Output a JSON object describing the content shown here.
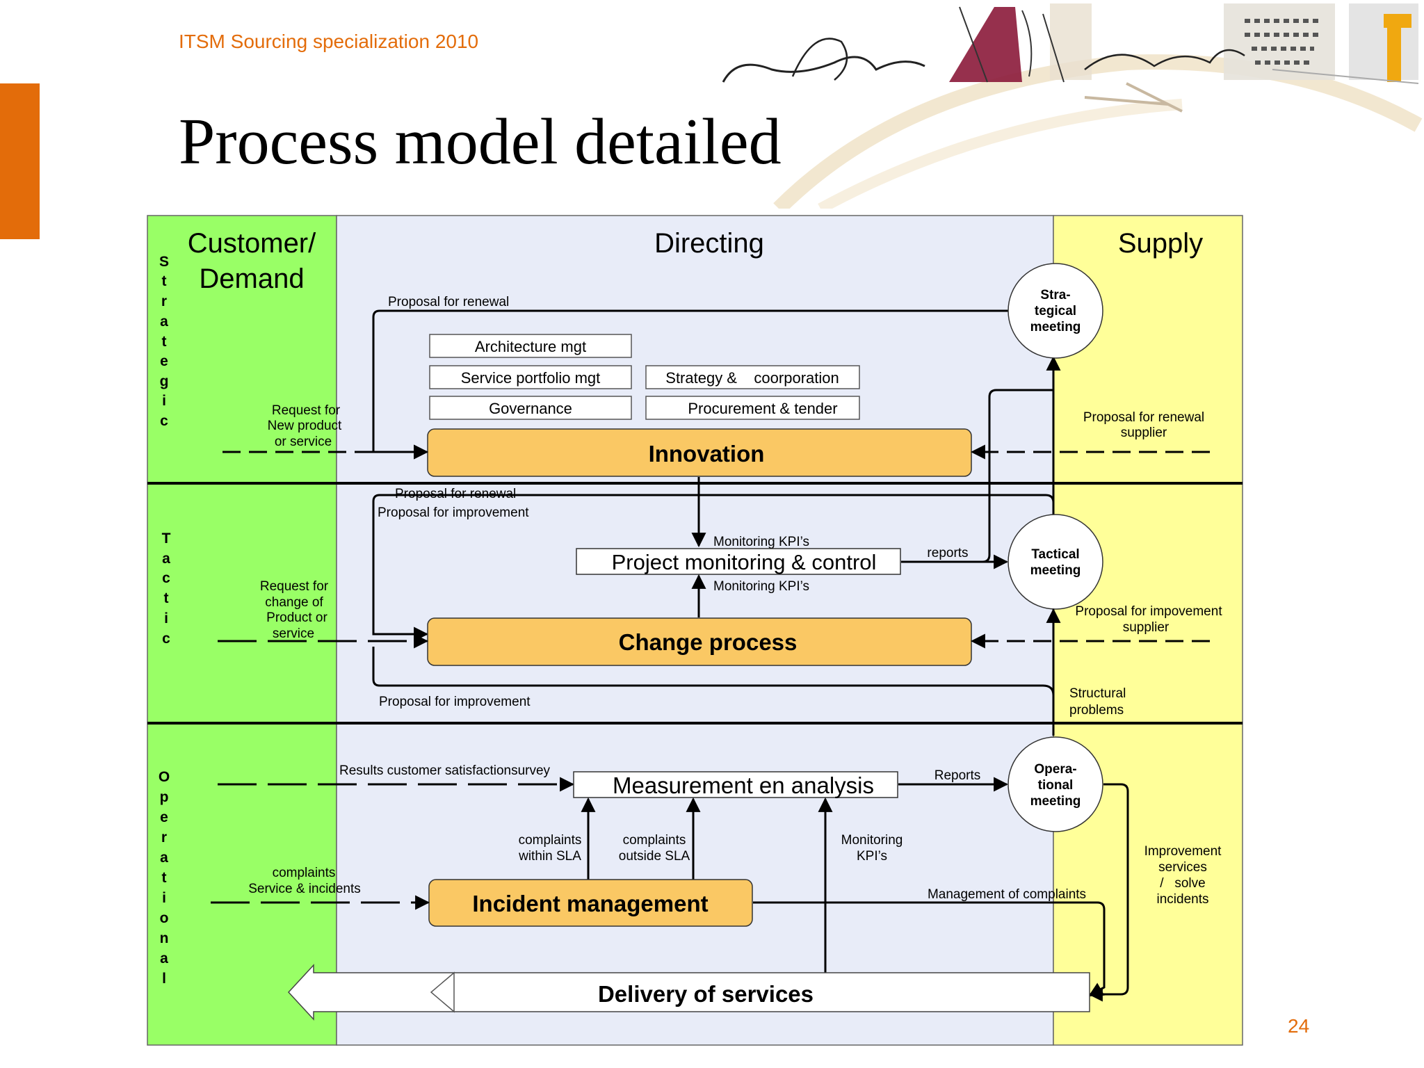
{
  "header": {
    "subtitle": "ITSM Sourcing specialization 2010",
    "title": "Process model detailed",
    "page_number": "24"
  },
  "colors": {
    "accent": "#E36C0A",
    "customer_column": "#99FF66",
    "directing_column": "#E8ECF8",
    "supply_column": "#FFFF99",
    "process_box": "#FAC864"
  },
  "columns": {
    "customer": [
      "Customer/",
      "Demand"
    ],
    "directing": "Directing",
    "supply": "Supply"
  },
  "rows": {
    "strategic": [
      "S",
      "t",
      "r",
      "a",
      "t",
      "e",
      "g",
      "i",
      "c"
    ],
    "tactic": [
      "T",
      "a",
      "c",
      "t",
      "i",
      "c"
    ],
    "operational": [
      "O",
      "p",
      "e",
      "r",
      "a",
      "t",
      "i",
      "o",
      "n",
      "a",
      "l"
    ]
  },
  "boxes": {
    "architecture": "Architecture mgt",
    "service_portfolio": "Service portfolio mgt",
    "governance": "Governance",
    "strategy": "Strategy &    coorporation",
    "procurement": "Procurement & tender",
    "innovation": "Innovation",
    "project_monitoring": "Project monitoring & control",
    "change_process": "Change process",
    "measurement": "Measurement en analysis",
    "incident_management": "Incident management",
    "delivery": "Delivery of services"
  },
  "meetings": {
    "strategical": [
      "Stra-",
      "tegical",
      "meeting"
    ],
    "tactical": [
      "Tactical",
      "meeting"
    ],
    "operational": [
      "Opera-",
      "tional",
      "meeting"
    ]
  },
  "labels": {
    "proposal_renewal_top": "Proposal for renewal",
    "request_new": [
      "Request for",
      "New product",
      "or service"
    ],
    "proposal_renewal_supplier": [
      "Proposal for renewal",
      "supplier"
    ],
    "proposal_renewal_mid": "Proposal for renewal",
    "proposal_improvement_mid": "Proposal for improvement",
    "monitoring_kpi_top": "Monitoring KPI’s",
    "monitoring_kpi_bottom": "Monitoring KPI’s",
    "reports_small": "reports",
    "request_change": [
      "Request for",
      "change of",
      "Product or",
      "service"
    ],
    "proposal_impovement_supplier": [
      "Proposal for impovement",
      "supplier"
    ],
    "proposal_improvement_low": "Proposal for improvement",
    "structural_problems": [
      "Structural",
      "problems"
    ],
    "results_survey": "Results customer satisfactionsurvey",
    "reports_cap": "Reports",
    "complaints_within": [
      "complaints",
      "within SLA"
    ],
    "complaints_outside": [
      "complaints",
      "outside SLA"
    ],
    "monitoring_kpi_op": [
      "Monitoring",
      "KPI’s"
    ],
    "complaints_service": [
      "complaints",
      "Service & incidents"
    ],
    "management_complaints": "Management of complaints",
    "improvement_services": [
      "Improvement",
      "services",
      "/   solve",
      "incidents"
    ]
  }
}
